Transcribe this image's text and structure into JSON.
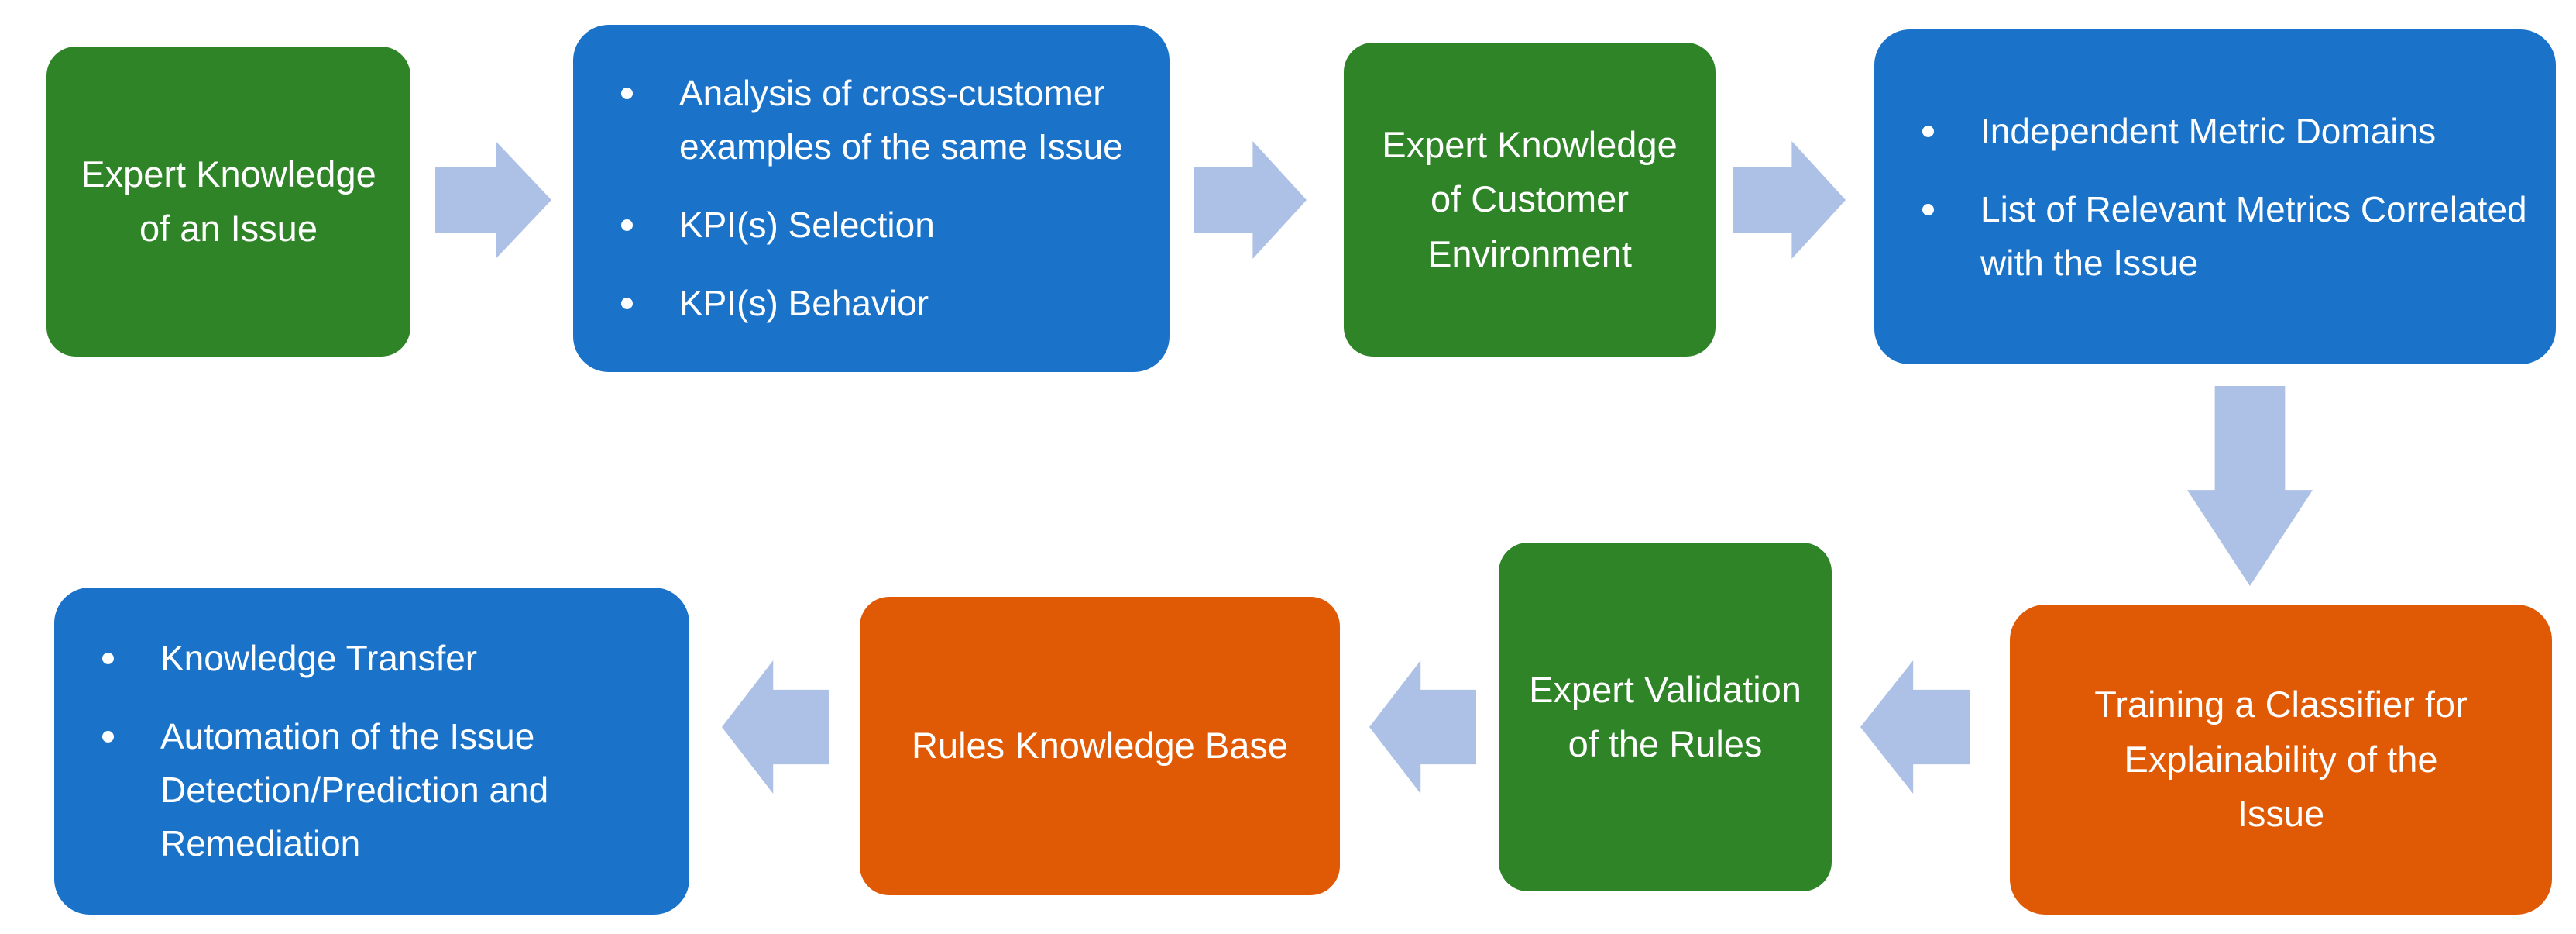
{
  "colors": {
    "green": "#2f8428",
    "blue": "#1a73c9",
    "orange": "#e05a06",
    "arrow": "#adc0e5",
    "text": "#ffffff",
    "background": "#ffffff"
  },
  "nodes": {
    "expert_knowledge_issue": {
      "label": "Expert Knowledge of an Issue",
      "lines": [
        "Expert Knowledge",
        "of an Issue"
      ]
    },
    "issue_analysis": {
      "bullets": [
        "Analysis of cross-customer examples of the same Issue",
        "KPI(s) Selection",
        "KPI(s) Behavior"
      ]
    },
    "customer_environment": {
      "label": "Expert Knowledge of Customer Environment",
      "lines": [
        "Expert Knowledge",
        "of Customer",
        "Environment"
      ]
    },
    "relevant_metrics": {
      "bullets": [
        "Independent Metric Domains",
        "List of Relevant Metrics Correlated with the Issue"
      ]
    },
    "classifier_training": {
      "label": "Training a Classifier for Explainability of the Issue",
      "lines": [
        "Training a Classifier for",
        "Explainability of the",
        "Issue"
      ]
    },
    "rules_validation": {
      "label": "Expert Validation of the Rules",
      "lines": [
        "Expert Validation",
        "of the Rules"
      ]
    },
    "rules_knowledge_base": {
      "label": "Rules Knowledge Base",
      "lines": [
        "Rules Knowledge Base"
      ]
    },
    "knowledge_transfer": {
      "bullets": [
        "Knowledge Transfer",
        "Automation of the Issue Detection/Prediction and Remediation"
      ]
    }
  },
  "edges": [
    {
      "from": "expert_knowledge_issue",
      "to": "issue_analysis",
      "direction": "right"
    },
    {
      "from": "issue_analysis",
      "to": "customer_environment",
      "direction": "right"
    },
    {
      "from": "customer_environment",
      "to": "relevant_metrics",
      "direction": "right"
    },
    {
      "from": "relevant_metrics",
      "to": "classifier_training",
      "direction": "down"
    },
    {
      "from": "classifier_training",
      "to": "rules_validation",
      "direction": "left"
    },
    {
      "from": "rules_validation",
      "to": "rules_knowledge_base",
      "direction": "left"
    },
    {
      "from": "rules_knowledge_base",
      "to": "knowledge_transfer",
      "direction": "left"
    }
  ]
}
